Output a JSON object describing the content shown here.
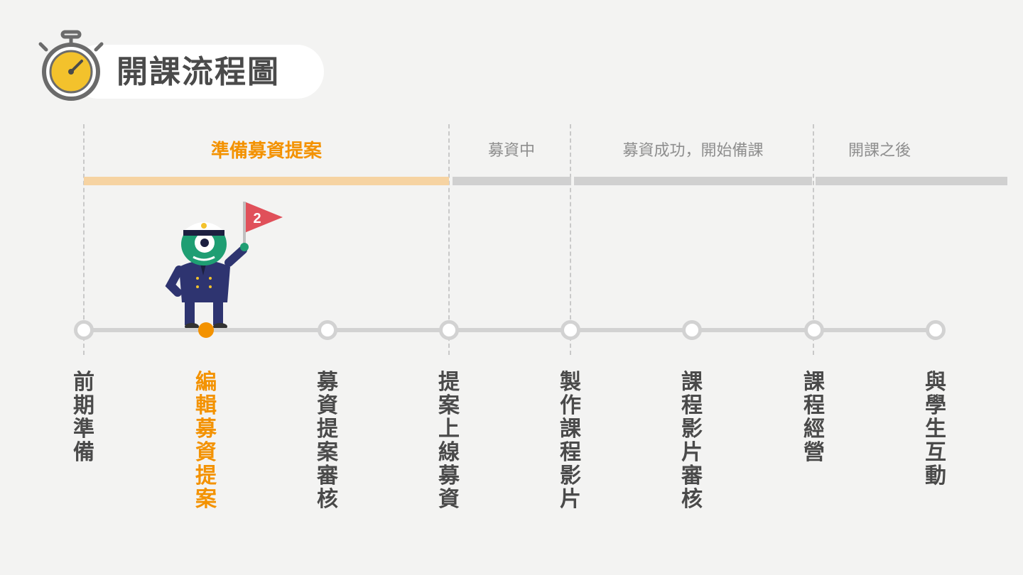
{
  "header": {
    "title": "開課流程圖"
  },
  "phases": [
    {
      "label": "準備募資提案",
      "active": true
    },
    {
      "label": "募資中",
      "active": false
    },
    {
      "label": "募資成功，開始備課",
      "active": false
    },
    {
      "label": "開課之後",
      "active": false
    }
  ],
  "steps": [
    {
      "label": "前期準備",
      "active": false
    },
    {
      "label": "編輯募資提案",
      "active": true
    },
    {
      "label": "募資提案審核",
      "active": false
    },
    {
      "label": "提案上線募資",
      "active": false
    },
    {
      "label": "製作課程影片",
      "active": false
    },
    {
      "label": "課程影片審核",
      "active": false
    },
    {
      "label": "課程經營",
      "active": false
    },
    {
      "label": "與學生互動",
      "active": false
    }
  ],
  "flag": {
    "number": "2"
  },
  "colors": {
    "accent": "#f39200",
    "accent_light": "#f6d3a2",
    "inactive": "#d0d0d0",
    "text": "#4a4a4a",
    "flag": "#e0505a",
    "mascot": "#1f9e73"
  }
}
